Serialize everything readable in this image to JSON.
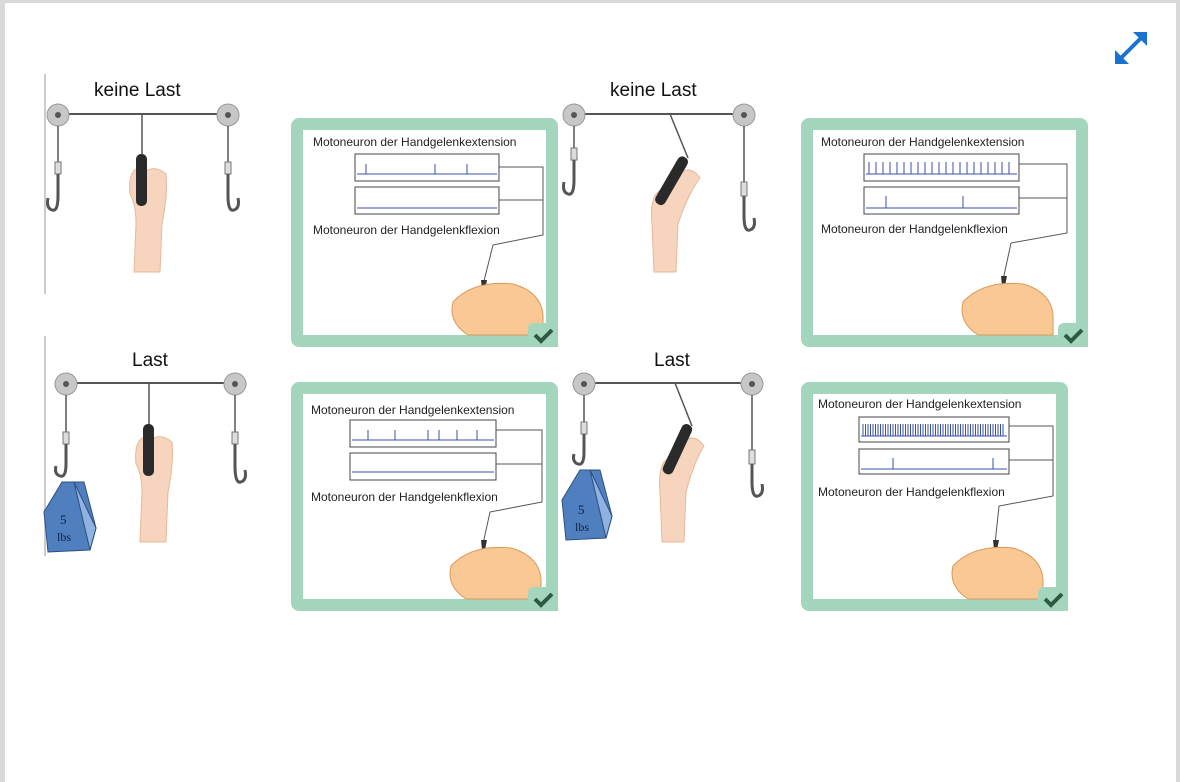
{
  "controls": {
    "expand_icon": "expand-icon"
  },
  "panels": [
    {
      "title": "keine Last"
    },
    {
      "title": "keine Last"
    },
    {
      "title": "Last",
      "weight_value": "5",
      "weight_unit": "lbs"
    },
    {
      "title": "Last",
      "weight_value": "5",
      "weight_unit": "lbs"
    }
  ],
  "cards": [
    {
      "extension_label": "Motoneuron der Handgelenkextension",
      "flexion_label": "Motoneuron der Handgelenkflexion",
      "status": "correct"
    },
    {
      "extension_label": "Motoneuron der Handgelenkextension",
      "flexion_label": "Motoneuron der Handgelenkflexion",
      "status": "correct"
    },
    {
      "extension_label": "Motoneuron der Handgelenkextension",
      "flexion_label": "Motoneuron der Handgelenkflexion",
      "status": "correct"
    },
    {
      "extension_label": "Motoneuron der Handgelenkextension",
      "flexion_label": "Motoneuron der Handgelenkflexion",
      "status": "correct"
    }
  ],
  "colors": {
    "card_border": "#a3d6bd",
    "check": "#2e5a43",
    "spike": "#3a4fa8",
    "expand_icon": "#1a73d1",
    "weight": "#4f7fbf"
  }
}
